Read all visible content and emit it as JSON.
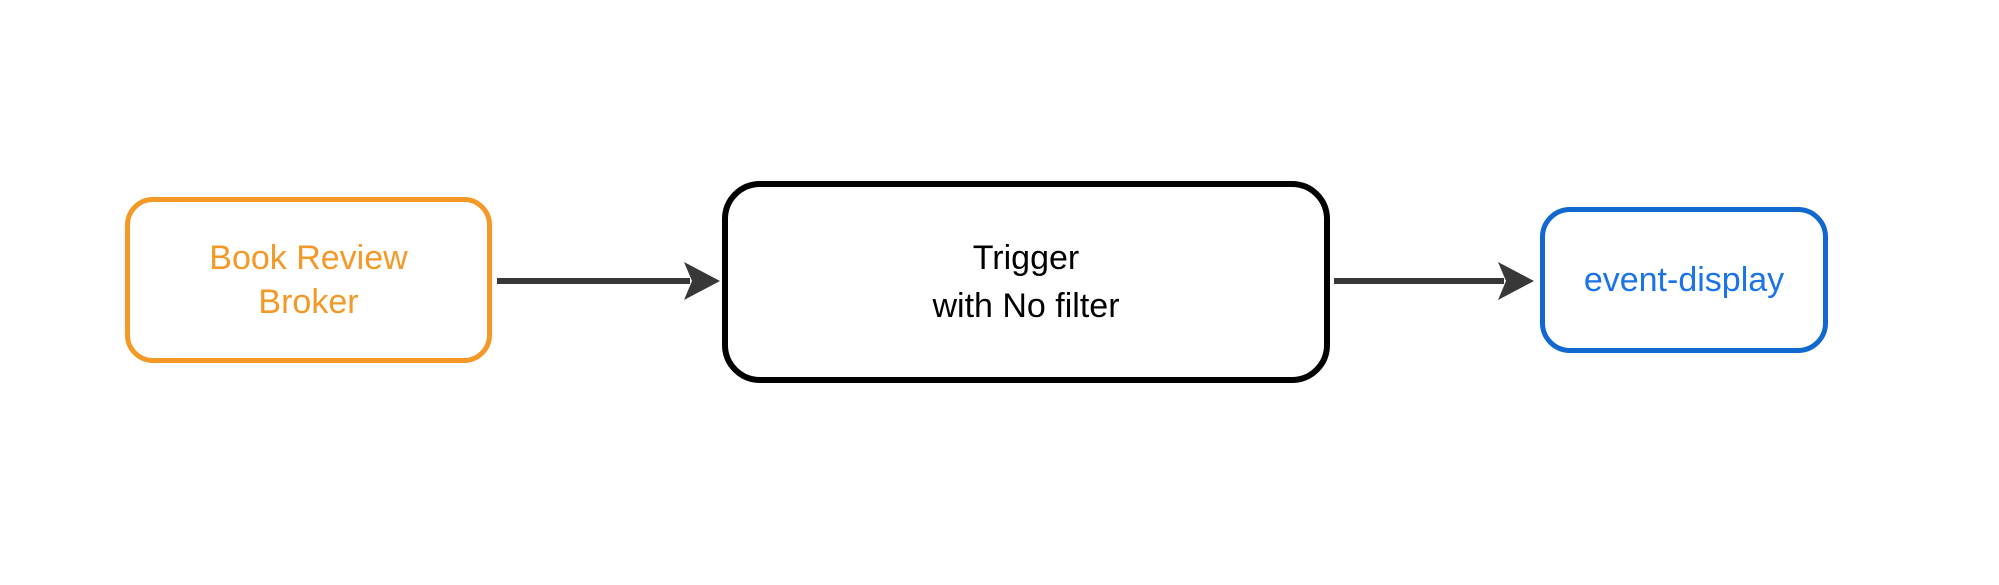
{
  "background": "#FFFFFF",
  "nodes": {
    "broker": {
      "lines": [
        "Book Review",
        "Broker"
      ],
      "color": "#F49927"
    },
    "trigger": {
      "lines": [
        "Trigger",
        "with No filter"
      ],
      "color": "#000000"
    },
    "event_display": {
      "label": "event-display",
      "border_color": "#1168CE",
      "text_color": "#1A73E8"
    }
  },
  "edges": [
    {
      "from": "broker",
      "to": "trigger",
      "color": "#383838"
    },
    {
      "from": "trigger",
      "to": "event_display",
      "color": "#383838"
    }
  ]
}
